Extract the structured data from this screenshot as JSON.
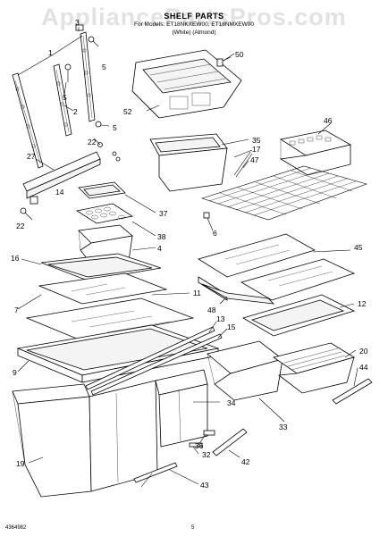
{
  "header": {
    "title": "SHELF PARTS",
    "subtitle_line1": "For Models: ET18NKXEW00, ET18NMXEW00",
    "subtitle_line2": "(White)          (Almond)"
  },
  "watermark": "AppliancePartsPros.com",
  "footer": {
    "doc_number": "4364982",
    "page_number": "5"
  },
  "callouts": {
    "c1": "1",
    "c2": "2",
    "c3": "3",
    "c4": "4",
    "c5a": "5",
    "c5b": "5",
    "c5c": "5",
    "c6": "6",
    "c7": "7",
    "c9": "9",
    "c11": "11",
    "c12": "12",
    "c13": "13",
    "c14": "14",
    "c15": "15",
    "c16": "16",
    "c17": "17",
    "c19": "19",
    "c20": "20",
    "c22a": "22",
    "c22b": "22",
    "c27": "27",
    "c32": "32",
    "c33": "33",
    "c34": "34",
    "c35": "35",
    "c36": "36",
    "c37": "37",
    "c38": "38",
    "c42": "42",
    "c43": "43",
    "c44": "44",
    "c45": "45",
    "c46": "46",
    "c47": "47",
    "c48": "48",
    "c50": "50",
    "c52": "52"
  }
}
